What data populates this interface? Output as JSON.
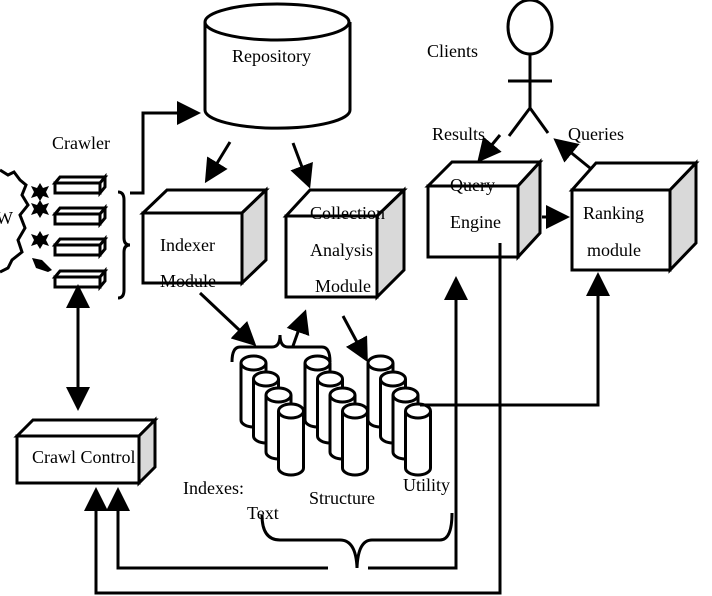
{
  "diagram": {
    "repository": "Repository",
    "clients": "Clients",
    "crawler": "Crawler",
    "results": "Results",
    "queries": "Queries",
    "query_engine": [
      "Query",
      "Engine"
    ],
    "ranking_module": [
      "Ranking",
      "module"
    ],
    "indexer_module": [
      "Indexer",
      "Module"
    ],
    "collection_analysis_module": [
      "Collection",
      "Analysis",
      "Module"
    ],
    "crawl_control": "Crawl Control",
    "indexes_label": "Indexes:",
    "index_text": "Text",
    "index_structure": "Structure",
    "index_utility": "Utility",
    "web": "W",
    "box_side_color": "#d9d9d9"
  }
}
